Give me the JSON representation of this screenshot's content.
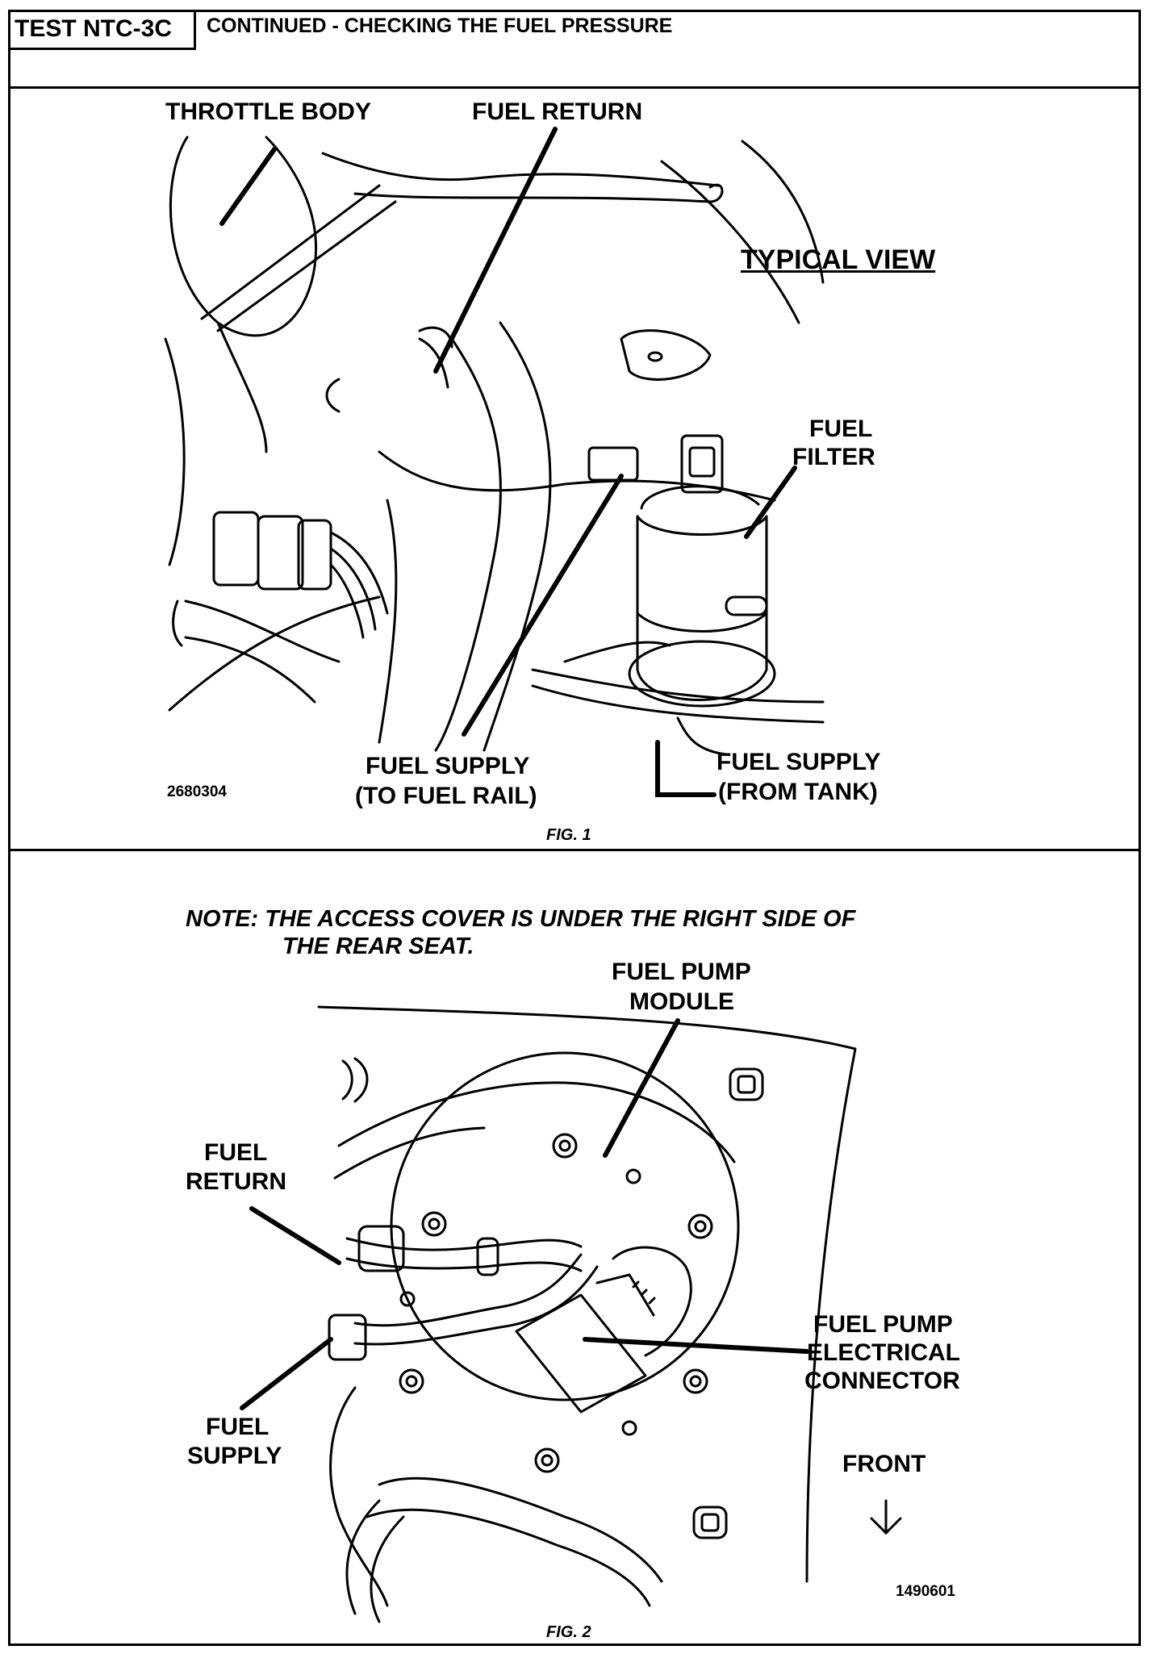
{
  "header": {
    "test_id": "TEST NTC-3C",
    "title": "CONTINUED -  CHECKING THE FUEL PRESSURE"
  },
  "figure1": {
    "labels": {
      "throttle_body": "THROTTLE BODY",
      "fuel_return": "FUEL RETURN",
      "typical_view": "TYPICAL VIEW",
      "fuel_filter_1": "FUEL",
      "fuel_filter_2": "FILTER",
      "fuel_supply_rail_1": "FUEL SUPPLY",
      "fuel_supply_rail_2": "(TO FUEL RAIL)",
      "fuel_supply_tank_1": "FUEL SUPPLY",
      "fuel_supply_tank_2": "(FROM TANK)",
      "part_number": "2680304"
    },
    "caption": "FIG. 1"
  },
  "figure2": {
    "note_line1": "NOTE:   THE ACCESS COVER IS UNDER THE RIGHT SIDE OF",
    "note_line2": "THE REAR SEAT.",
    "labels": {
      "pump_module_1": "FUEL PUMP",
      "pump_module_2": "MODULE",
      "fuel_return_1": "FUEL",
      "fuel_return_2": "RETURN",
      "fuel_supply_1": "FUEL",
      "fuel_supply_2": "SUPPLY",
      "connector_1": "FUEL PUMP",
      "connector_2": "ELECTRICAL",
      "connector_3": "CONNECTOR",
      "front": "FRONT",
      "part_number": "1490601"
    },
    "caption": "FIG. 2"
  }
}
